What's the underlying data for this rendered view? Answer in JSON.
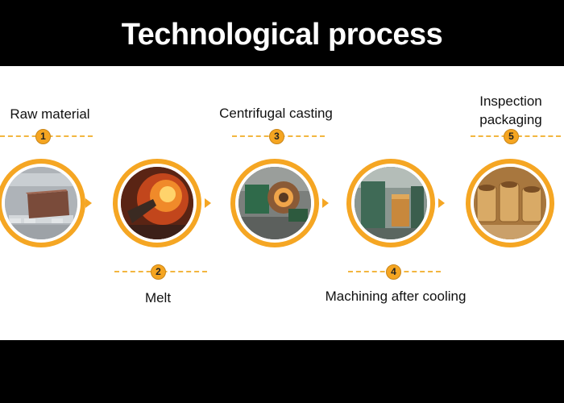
{
  "title": "Technological process",
  "steps": [
    {
      "number": "1",
      "label": "Raw material",
      "image_icon": "metal-ingots-photo"
    },
    {
      "number": "2",
      "label": "Melt",
      "image_icon": "molten-metal-pouring-photo"
    },
    {
      "number": "3",
      "label": "Centrifugal casting",
      "image_icon": "casting-machine-photo"
    },
    {
      "number": "4",
      "label": "Machining after cooling",
      "image_icon": "lathe-machining-photo"
    },
    {
      "number": "5",
      "label_line1": "Inspection",
      "label_line2": "packaging",
      "image_icon": "bronze-bushings-photo"
    }
  ],
  "colors": {
    "accent": "#f5a623",
    "header_bg": "#000000",
    "panel_bg": "#ffffff",
    "title_text": "#ffffff"
  }
}
